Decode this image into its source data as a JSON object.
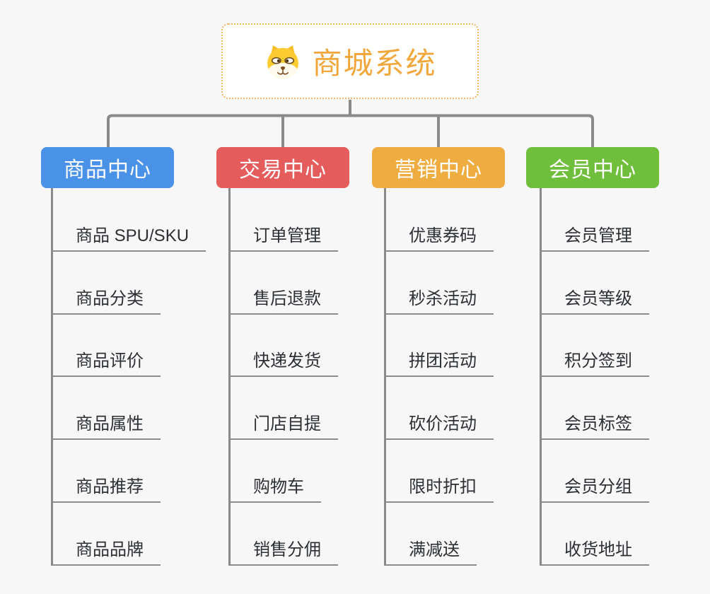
{
  "root": {
    "title": "商城系统",
    "icon": "dog-face-icon"
  },
  "branches": [
    {
      "label": "商品中心",
      "color": "#4A91E8",
      "children": [
        "商品 SPU/SKU",
        "商品分类",
        "商品评价",
        "商品属性",
        "商品推荐",
        "商品品牌"
      ]
    },
    {
      "label": "交易中心",
      "color": "#E45C5C",
      "children": [
        "订单管理",
        "售后退款",
        "快递发货",
        "门店自提",
        "购物车",
        "销售分佣"
      ]
    },
    {
      "label": "营销中心",
      "color": "#EFAC40",
      "children": [
        "优惠券码",
        "秒杀活动",
        "拼团活动",
        "砍价活动",
        "限时折扣",
        "满减送"
      ]
    },
    {
      "label": "会员中心",
      "color": "#6FBE3C",
      "children": [
        "会员管理",
        "会员等级",
        "积分签到",
        "会员标签",
        "会员分组",
        "收货地址"
      ]
    }
  ],
  "colors": {
    "background": "#F7F7F7",
    "connector": "#8A8A8A",
    "leaf_underline": "#8C8C8C",
    "leaf_text": "#2C2F33",
    "root_text": "#F1A73C",
    "root_border": "#F2B766",
    "node_text": "#FFFFFF"
  }
}
